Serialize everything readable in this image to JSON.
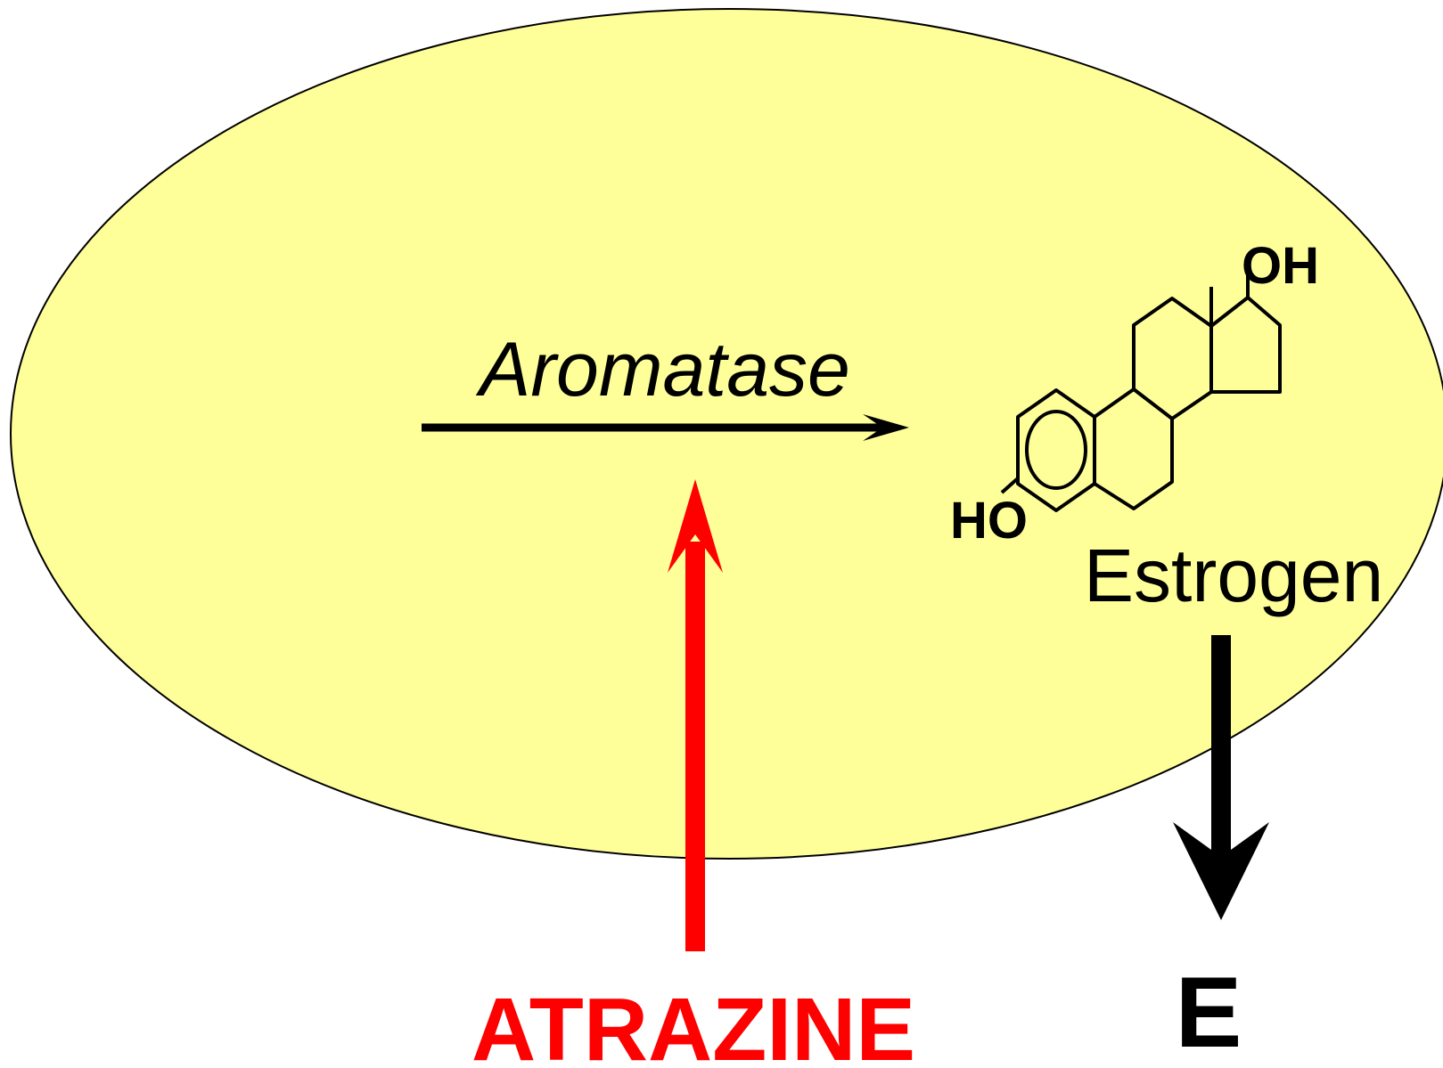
{
  "labels": {
    "enzyme": "Aromatase",
    "hydroxyl_top": "OH",
    "hydroxyl_left": "HO",
    "product": "Estrogen",
    "inhibitor": "ATRAZINE",
    "output": "E"
  },
  "colors": {
    "cell_fill": "#ffff99",
    "cell_stroke": "#000000",
    "inhibitor": "#ff0000",
    "arrow": "#000000",
    "text": "#000000"
  }
}
